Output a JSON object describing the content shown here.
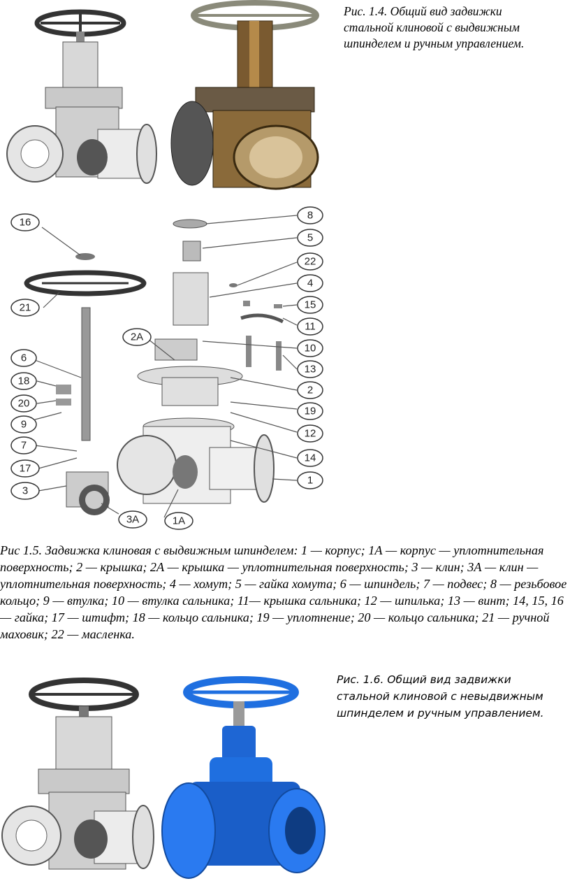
{
  "figure_1_4": {
    "caption": "Рис. 1.4. Общий вид задвижки стальной клиновой с выдвижным шпинделем и ручным управлением."
  },
  "figure_1_5": {
    "caption": "Рис 1.5. Задвижка клиновая с выдвижным шпинделем: 1 — корпус; 1А — корпус — уплотнительная поверхность; 2 — крышка; 2А — крышка — уплотнительная поверхность; 3 — клин; 3А — клин — уплотнительная поверхность; 4 — хомут; 5 — гайка хомута; 6 — шпиндель; 7 — подвес; 8 — резьбовое кольцо; 9 — втулка; 10 — втулка сальника; 11— крышка сальника; 12 — шпилька; 13 — винт; 14, 15, 16 — гайка; 17 — штифт; 18 — кольцо сальника; 19 — уплотнение; 20 — кольцо сальника; 21 — ручной маховик; 22 — масленка.",
    "callouts": [
      "16",
      "21",
      "6",
      "18",
      "20",
      "9",
      "7",
      "17",
      "3",
      "3А",
      "1А",
      "2А",
      "8",
      "5",
      "22",
      "4",
      "15",
      "11",
      "10",
      "13",
      "2",
      "19",
      "12",
      "14",
      "1"
    ]
  },
  "figure_1_6": {
    "caption": "Рис. 1.6. Общий вид задвижки стальной клиновой с невыдвижным шпинделем и ручным управлением."
  },
  "colors": {
    "brass": "#8a6a3a",
    "blue_valve": "#1f6fe0",
    "gray_drawing": "#6a6a6a"
  }
}
